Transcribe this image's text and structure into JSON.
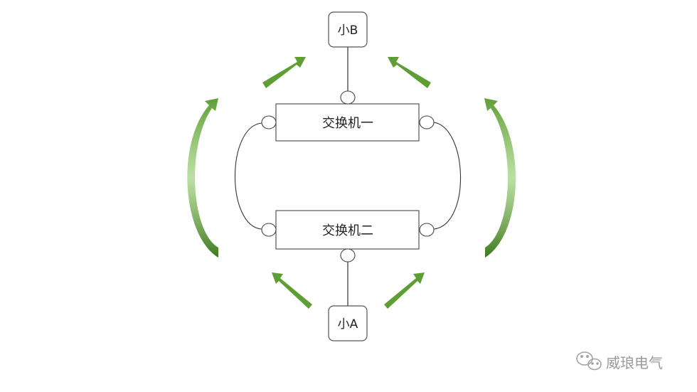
{
  "nodes": {
    "top": "小B",
    "bottom": "小A"
  },
  "switches": {
    "first": "交换机一",
    "second": "交换机二"
  },
  "watermark": {
    "text": "威琅电气",
    "icon": "wechat-icon"
  },
  "colors": {
    "arrow": "#5f9e35",
    "line": "#333333",
    "box_border": "#555555"
  }
}
